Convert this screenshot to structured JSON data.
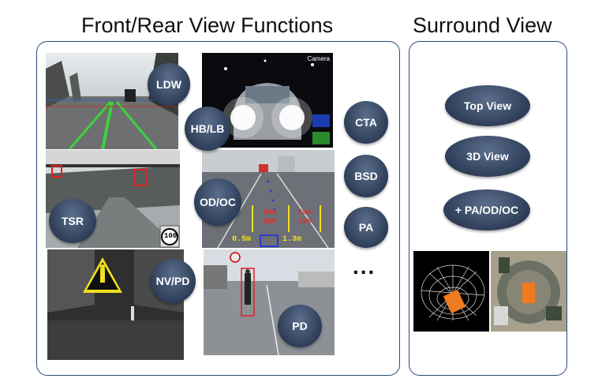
{
  "titles": {
    "front_rear": "Front/Rear View Functions",
    "surround": "Surround View"
  },
  "front_rear": {
    "bubbles": {
      "ldw": "LDW",
      "hb_lb": "HB/LB",
      "cta": "CTA",
      "tsr": "TSR",
      "od_oc": "OD/OC",
      "bsd": "BSD",
      "pa": "PA",
      "nv_pd": "NV/PD",
      "pd": "PD"
    },
    "more": "..."
  },
  "images": {
    "camera_tag": "Camera",
    "speed_sign": "100",
    "od_readouts": {
      "left_top": "64m",
      "left_bottom": "98M",
      "right_top": "65m",
      "right_bottom": "18M",
      "dist_left": "0.5m",
      "dist_right": "1.3m"
    }
  },
  "surround": {
    "top_view": "Top View",
    "view_3d": "3D View",
    "pa_od_oc": "+ PA/OD/OC"
  },
  "colors": {
    "panel_border": "#2a4a7a",
    "bubble": "#2e3e58",
    "lane_green": "#3cd23c",
    "box_red": "#e02020",
    "readout_yellow": "#f0e020",
    "readout_red": "#e03030",
    "car_orange": "#f07a20"
  }
}
